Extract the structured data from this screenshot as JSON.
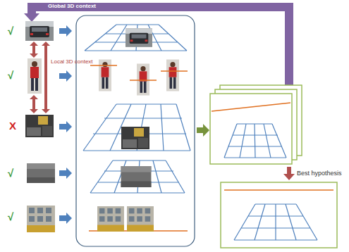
{
  "diagram": {
    "labels": [
      "Global 3D context",
      "√",
      "Local 3D context",
      "√",
      "X",
      "√",
      "√",
      "Best hypothesis"
    ]
  }
}
